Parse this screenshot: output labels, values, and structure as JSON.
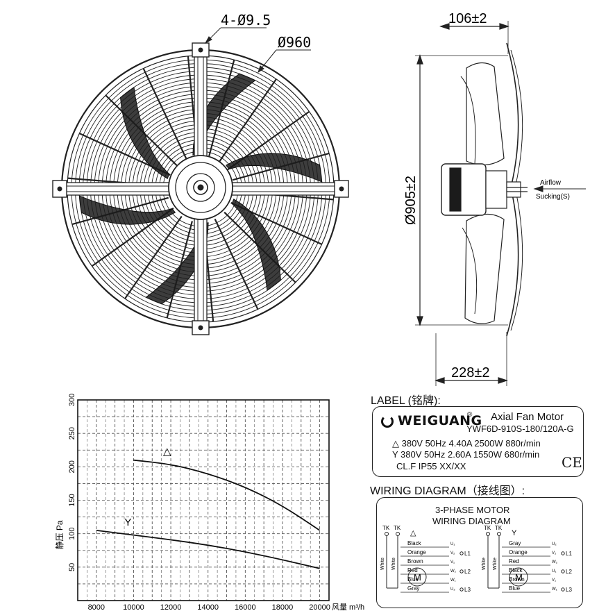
{
  "front_view": {
    "dim_holes": "4-Ø9.5",
    "dim_diameter": "Ø960"
  },
  "side_view": {
    "dim_top": "106±2",
    "dim_height": "Ø905±2",
    "dim_bottom": "228±2",
    "airflow_label": "Airflow",
    "airflow_direction": "Sucking(S)"
  },
  "chart_data": {
    "type": "line",
    "ylabel": "静压 Pa",
    "xlabel": "风量 m³/h",
    "xlim": [
      7000,
      20500
    ],
    "ylim": [
      0,
      300
    ],
    "x_ticks": [
      8000,
      10000,
      12000,
      14000,
      16000,
      18000,
      20000
    ],
    "y_ticks": [
      50,
      100,
      150,
      200,
      250,
      300
    ],
    "grid": true,
    "series": [
      {
        "name": "△",
        "x": [
          10000,
          12000,
          14000,
          16000,
          18000,
          20000
        ],
        "y": [
          210,
          204,
          190,
          170,
          142,
          105
        ]
      },
      {
        "name": "Y",
        "x": [
          8000,
          10000,
          12000,
          14000,
          16000,
          18000,
          20000
        ],
        "y": [
          105,
          98,
          91,
          83,
          73,
          61,
          48
        ]
      }
    ]
  },
  "label": {
    "title": "LABEL (铭牌):",
    "brand": "WEIGUANG",
    "registered": "®",
    "product": "Axial Fan Motor",
    "model": "YWF6D-910S-180/120A-G",
    "line_delta": "△ 380V 50Hz 4.40A 2500W 880r/min",
    "line_y": "Y  380V 50Hz 2.60A 1550W 680r/min",
    "line_class": "CL.F IP55 XX/XX",
    "ce_mark": "CE"
  },
  "wiring": {
    "title": "WIRING DIAGRAM（接线图）:",
    "box_title_1": "3-PHASE MOTOR",
    "box_title_2": "WIRING DIAGRAM",
    "delta_symbol": "△",
    "y_symbol": "Y",
    "tk": "TK",
    "motor": "M",
    "left_white": "White",
    "left_colors": [
      "Black",
      "Orange",
      "Brown",
      "Red",
      "Blue",
      "Gray"
    ],
    "left_terms": [
      "U₁",
      "V₂",
      "V₁",
      "W₂",
      "W₁",
      "U₂"
    ],
    "left_lines": [
      "L1",
      "L2",
      "L3"
    ],
    "right_colors": [
      "Gray",
      "Orange",
      "Red",
      "Black",
      "Brown",
      "Blue"
    ],
    "right_terms": [
      "U₂",
      "V₂",
      "W₂",
      "U₁",
      "V₁",
      "W₁"
    ],
    "right_lines": [
      "L1",
      "L2",
      "L3"
    ]
  }
}
